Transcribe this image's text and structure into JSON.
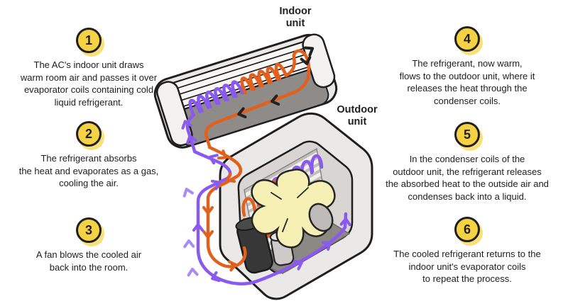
{
  "diagram": {
    "indoor_unit_label": "Indoor\nunit",
    "outdoor_unit_label": "Outdoor\nunit"
  },
  "steps": [
    {
      "number": "1",
      "text": "The AC's indoor unit draws\nwarm room air and passes it over\nevaporator coils containing cold\nliquid refrigerant."
    },
    {
      "number": "2",
      "text": "The refrigerant absorbs\nthe heat and evaporates as a gas,\ncooling the air."
    },
    {
      "number": "3",
      "text": "A fan blows the cooled air\nback into the room."
    },
    {
      "number": "4",
      "text": "The refrigerant, now warm,\nflows to the outdoor unit, where it\nreleases the heat through the\ncondenser coils."
    },
    {
      "number": "5",
      "text": "In the condenser coils of the\noutdoor unit, the refrigerant releases\nthe absorbed heat to the outside air and\ncondenses back into a liquid."
    },
    {
      "number": "6",
      "text": "The cooled refrigerant returns to the\nindoor unit's evaporator coils\nto repeat the process."
    }
  ],
  "colors": {
    "ink": "#1F1F1F",
    "text": "#1D1D1D",
    "badge_yellow": "#F5D243",
    "badge_halo": "#F8E07A",
    "pipe_orange": "#E2601C",
    "pipe_purple": "#8A5AEF",
    "pipe_purple_light": "#A98BF5",
    "fan_yellow": "#F6F0B4",
    "casing_gray": "#EBE9E7",
    "interior_gray": "#8F8B89",
    "recess_gray": "#D8D5D2",
    "floor_gray": "#8C8884"
  }
}
